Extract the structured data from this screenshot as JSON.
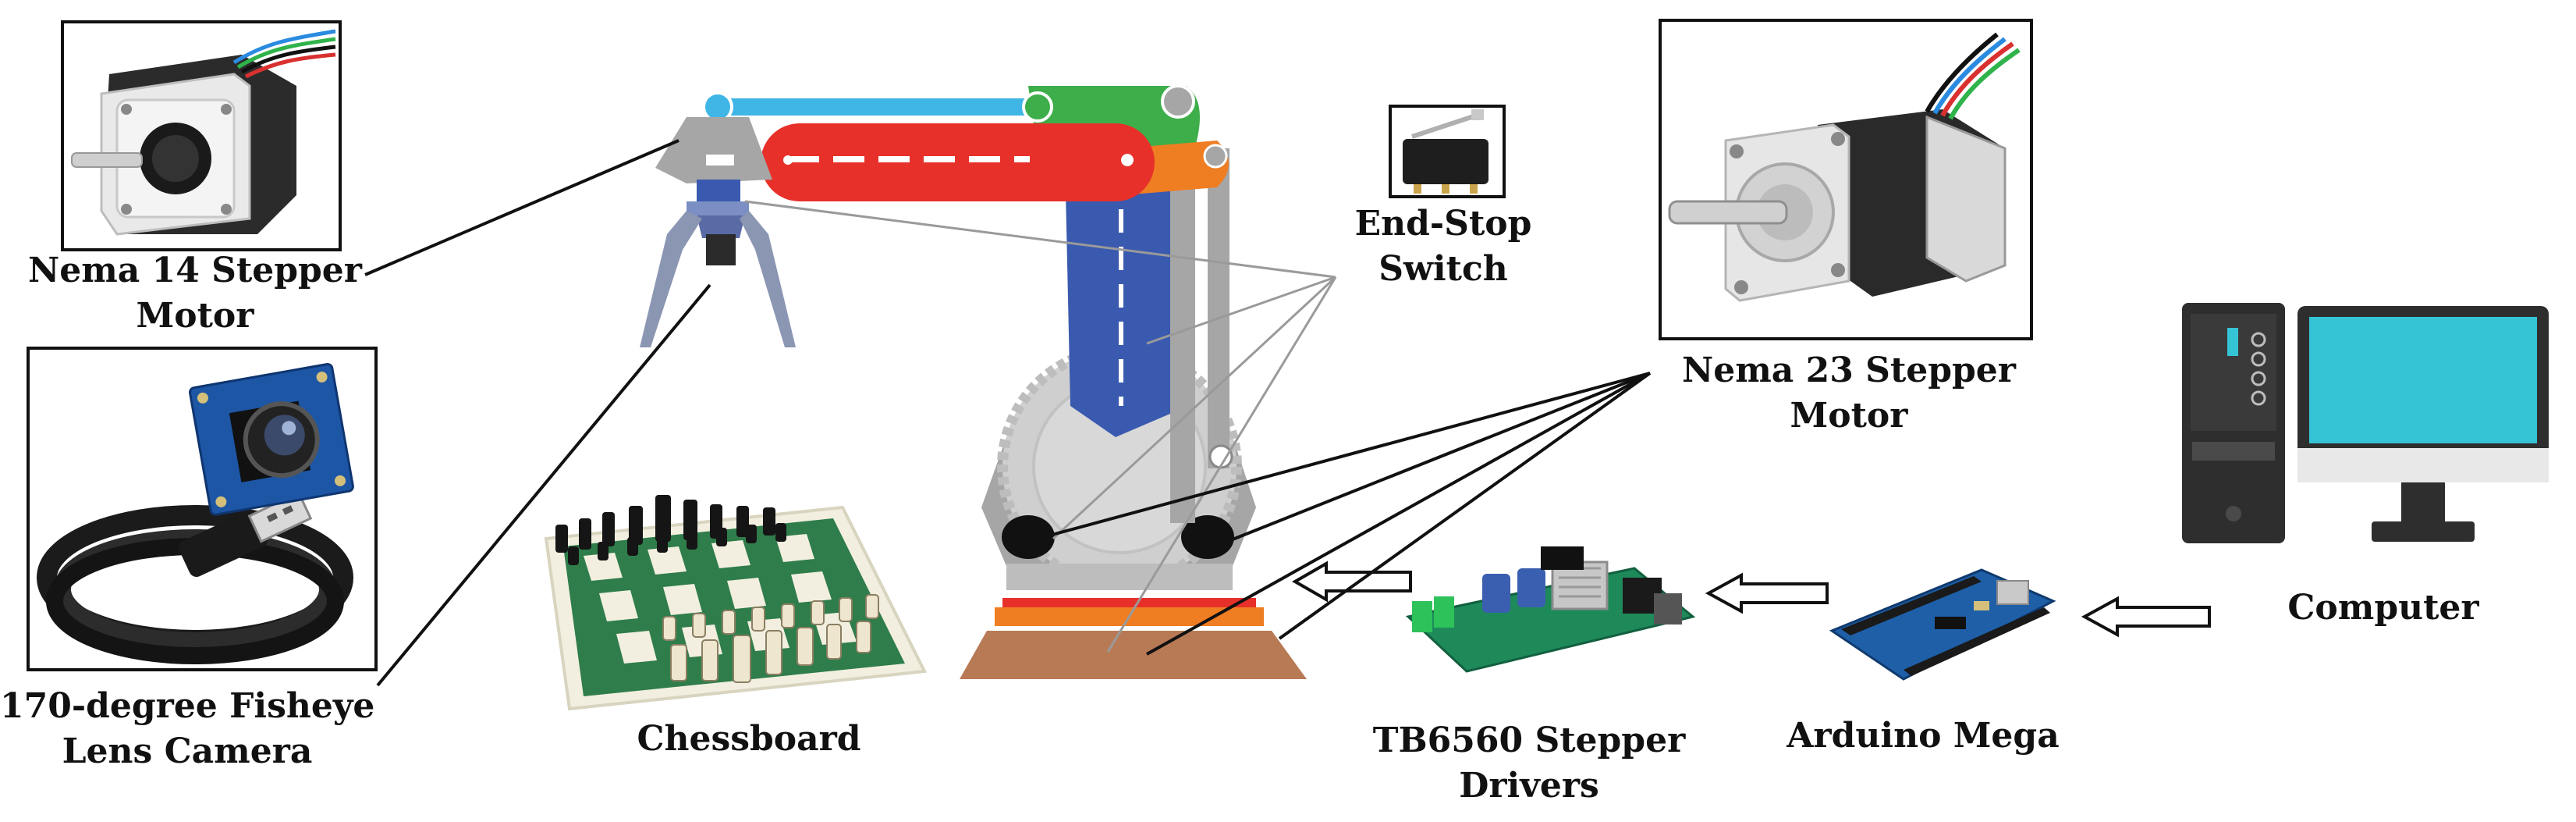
{
  "labels": {
    "nema14_line1": "Nema 14 Stepper",
    "nema14_line2": "Motor",
    "camera_line1": "170-degree Fisheye",
    "camera_line2": "Lens Camera",
    "chessboard": "Chessboard",
    "endstop_line1": "End-Stop",
    "endstop_line2": "Switch",
    "nema23_line1": "Nema 23 Stepper",
    "nema23_line2": "Motor",
    "tb6560_line1": "TB6560 Stepper",
    "tb6560_line2": "Drivers",
    "arduino": "Arduino Mega",
    "computer": "Computer"
  },
  "colors": {
    "link_blue": "#3fb6e6",
    "arm_red": "#e8302a",
    "link_green": "#3dae49",
    "link_orange": "#ef7d22",
    "column_blue": "#3a5ab0",
    "frame_gray": "#a6a6a6",
    "base_brown": "#b87a55",
    "board_green": "#2f7d4a",
    "board_cream": "#f2efe0",
    "pcb_green": "#1e8a5a",
    "arduino_blue": "#1e5fa8",
    "monitor_cyan": "#35c4d6",
    "tower_dark": "#2e2e2e"
  }
}
